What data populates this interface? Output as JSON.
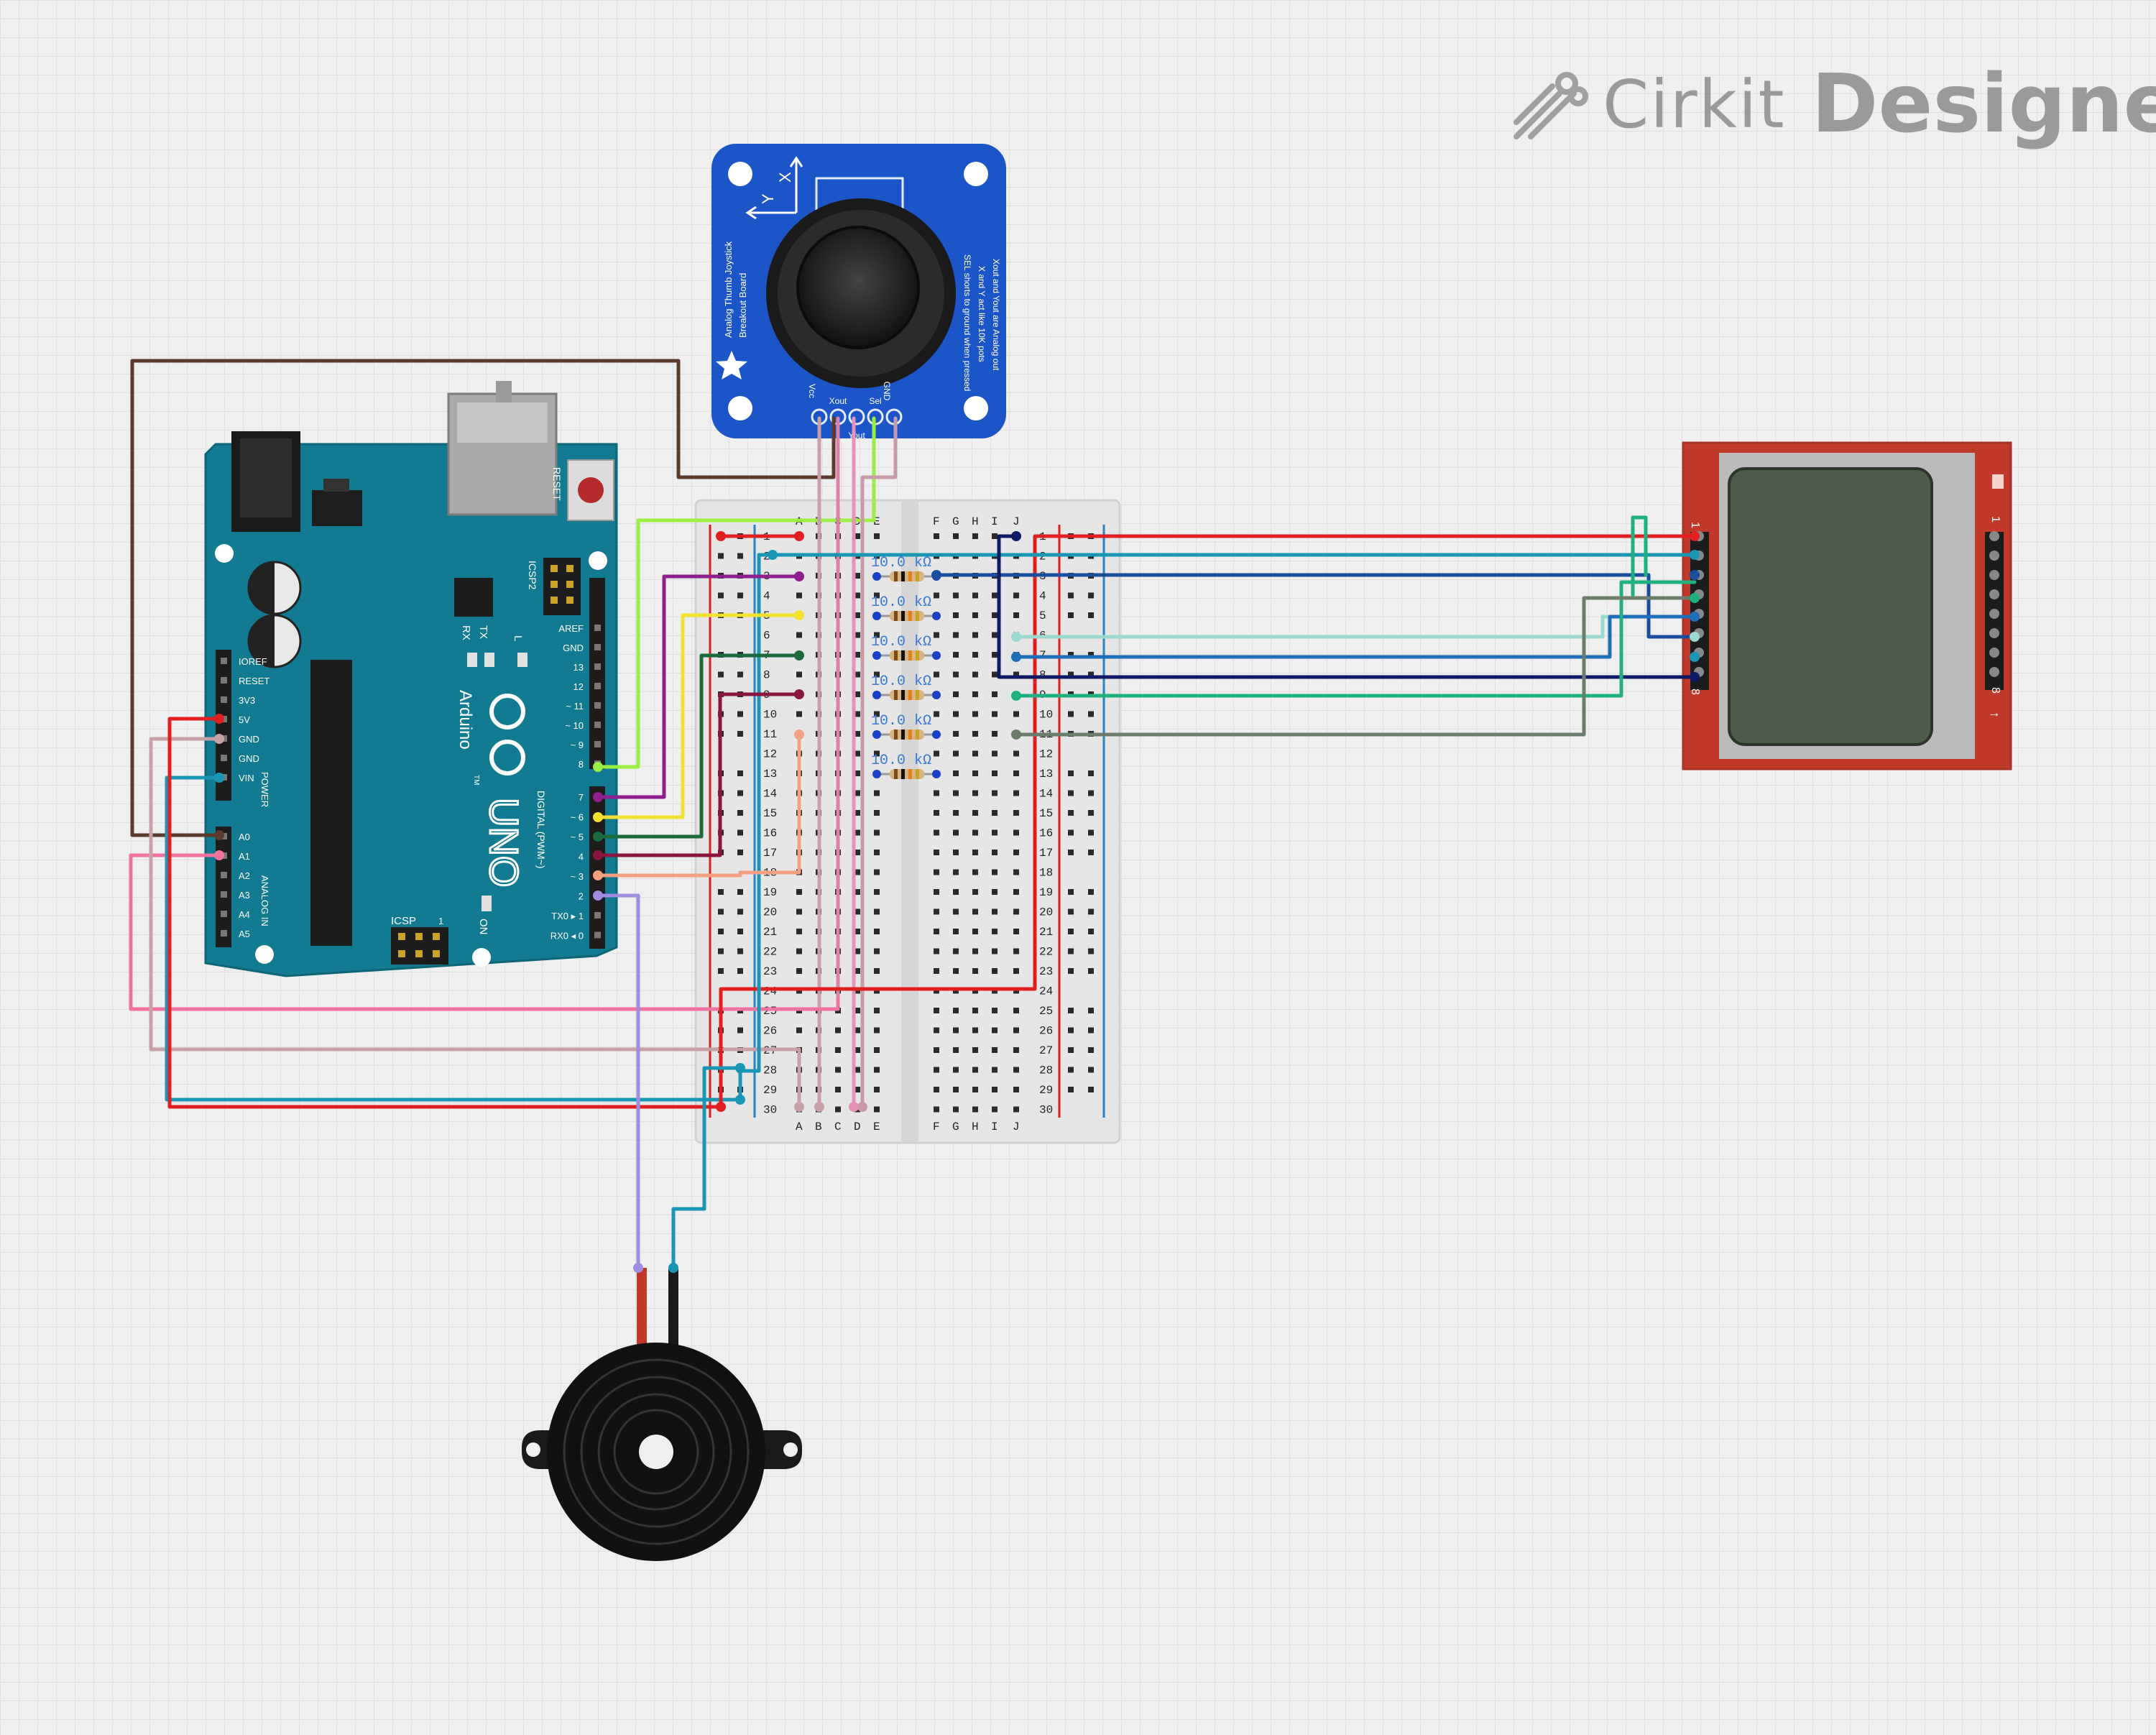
{
  "brand": {
    "name_light": "Cirkit",
    "name_bold": "Designer",
    "logo_icon": "cirkit-pen-nodes-icon"
  },
  "arduino": {
    "reset_label": "RESET",
    "icsp2_label": "ICSP2",
    "icsp_label": "ICSP",
    "icsp_pin1": "1",
    "arduino_label": "Arduino",
    "uno_label": "UNO",
    "tm": "TM",
    "rx": "RX",
    "tx": "TX",
    "l": "L",
    "on": "ON",
    "power_label": "POWER",
    "analog_label": "ANALOG IN",
    "digital_label": "DIGITAL (PWM~)",
    "power_pins": [
      "IOREF",
      "RESET",
      "3V3",
      "5V",
      "GND",
      "GND",
      "VIN"
    ],
    "analog_pins": [
      "A0",
      "A1",
      "A2",
      "A3",
      "A4",
      "A5"
    ],
    "digital_top": [
      "AREF",
      "GND",
      "13",
      "12",
      "~ 11",
      "~ 10",
      "~ 9",
      "8"
    ],
    "digital_bottom": [
      "7",
      "~ 6",
      "~ 5",
      "4",
      "~ 3",
      "2",
      "TX0 ▸ 1",
      "RX0 ◂ 0"
    ]
  },
  "joystick": {
    "title_line1": "Analog Thumb Joystick",
    "title_line2": "Breakout Board",
    "note_line1": "SEL shorts to ground when pressed",
    "note_line2": "X and Y act like 10K pots",
    "note_line3": "Xout and Yout are Analog out",
    "axis_x": "X",
    "axis_y": "Y",
    "pins": [
      "Vcc",
      "Xout",
      "Yout",
      "Sel",
      "GND"
    ]
  },
  "breadboard": {
    "cols_left": [
      "A",
      "B",
      "C",
      "D",
      "E"
    ],
    "cols_right": [
      "F",
      "G",
      "H",
      "I",
      "J"
    ],
    "rows": 30
  },
  "resistors": {
    "label": "10.0 kΩ",
    "count": 6
  },
  "lcd": {
    "pin_first": "1",
    "pin_last": "8",
    "arrow": "↑"
  },
  "colors": {
    "background": "#efefef",
    "grid": "#d9d9d9",
    "arduino": "#127a91",
    "joystick": "#1b55c8",
    "lcd_board": "#c0392b",
    "lcd_screen": "#4e5a4a",
    "breadboard": "#e8e8e8"
  }
}
